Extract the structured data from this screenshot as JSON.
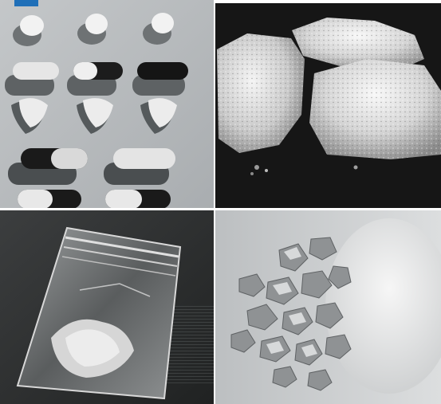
{
  "panels": [
    {
      "id": "tablets-and-capsules",
      "kind": "photo"
    },
    {
      "id": "crystal-chunks",
      "kind": "photo"
    },
    {
      "id": "plastic-bag",
      "kind": "photo"
    },
    {
      "id": "crushed-rocks-and-powder",
      "kind": "photo"
    }
  ],
  "colors": {
    "corner_tab": "#1f6fb8",
    "tl_background": "#b9bdbf",
    "tr_background": "#1a1a1a",
    "bl_background": "#3a3a3a",
    "br_background": "#cfd1d2"
  }
}
